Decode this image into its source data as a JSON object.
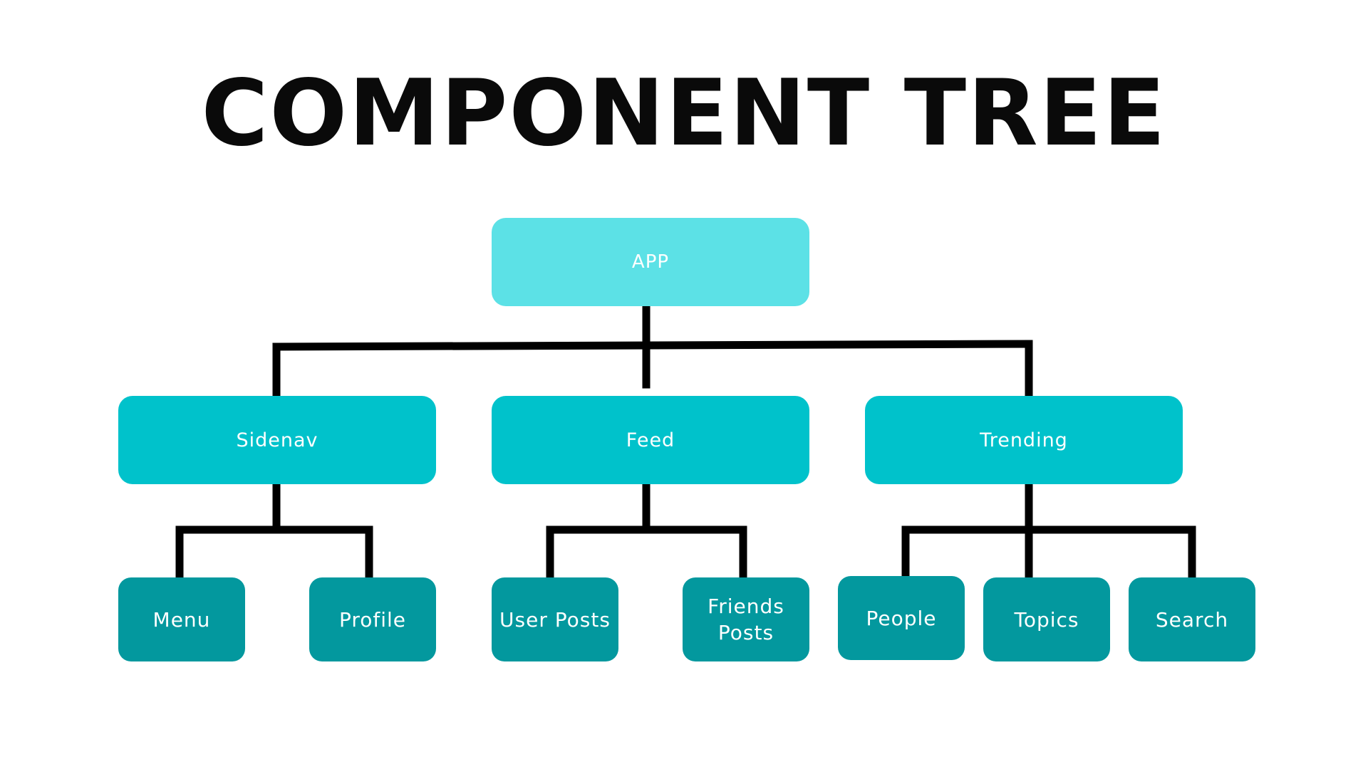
{
  "title": "COMPONENT TREE",
  "colors": {
    "root_fill": "#5ce1e6",
    "level2_fill": "#00c2cb",
    "level3_fill": "#03989e",
    "connector": "#000000",
    "title_text": "#0a0a0a",
    "node_text": "#ffffff"
  },
  "tree": {
    "root": {
      "label": "APP"
    },
    "level2": [
      {
        "label": "Sidenav"
      },
      {
        "label": "Feed"
      },
      {
        "label": "Trending"
      }
    ],
    "level3": [
      {
        "parent": "Sidenav",
        "label": "Menu"
      },
      {
        "parent": "Sidenav",
        "label": "Profile"
      },
      {
        "parent": "Feed",
        "label": "User Posts"
      },
      {
        "parent": "Feed",
        "label": "Friends Posts"
      },
      {
        "parent": "Trending",
        "label": "People"
      },
      {
        "parent": "Trending",
        "label": "Topics"
      },
      {
        "parent": "Trending",
        "label": "Search"
      }
    ]
  }
}
